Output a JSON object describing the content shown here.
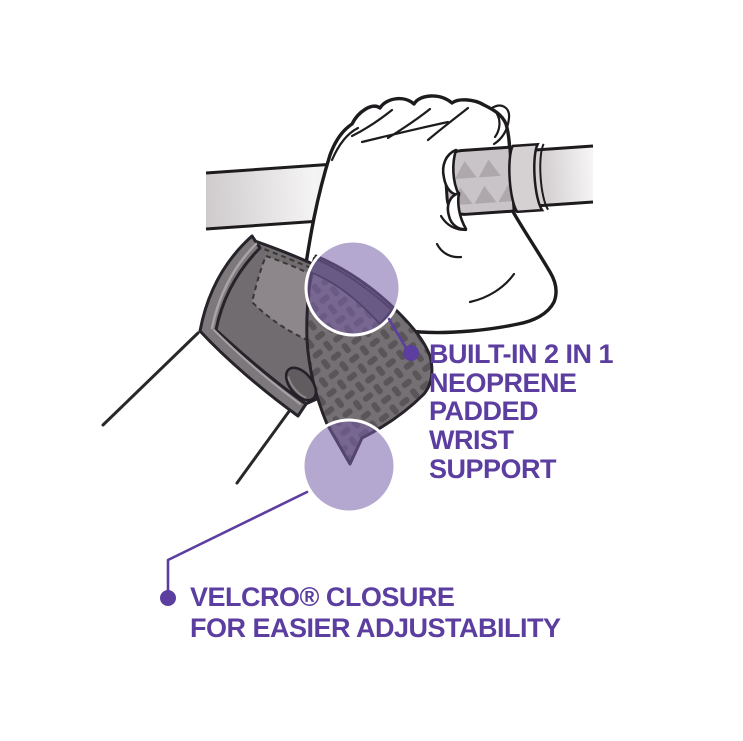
{
  "page": {
    "background": "#ffffff",
    "description_texts_visible_only": true
  },
  "colors": {
    "accent_purple": "#5b3e9f",
    "highlight_circle_fill": "#7860aa",
    "highlight_circle_stroke": "#ffffff",
    "bar_gray": "#cfcbcd",
    "grip_sleeve_gray": "#c9c4c7",
    "grip_chevron_gray": "#aea7ab",
    "collar_gray": "#d5d1d3",
    "wrap_cuff_dark": "#716c70",
    "wrap_panel_gray": "#8d878b",
    "wrap_rim_gray": "#7d787c",
    "weave_base": "#757073",
    "weave_mark": "#5a5559",
    "strap_fold_dark": "#575159",
    "line_black": "#1e1b1e"
  },
  "illustration": {
    "subject": "hand-gripping-bar-with-wrist-wrap",
    "icons": [
      "hand-icon",
      "pullup-bar-icon",
      "bar-grip-chevrons-icon",
      "wrist-wrap-icon",
      "velcro-strap-icon",
      "highlight-circle-icon"
    ]
  },
  "callouts": {
    "neoprene": {
      "lines": [
        "BUILT-IN 2 IN 1",
        "NEOPRENE",
        "PADDED",
        "WRIST",
        "SUPPORT"
      ]
    },
    "velcro": {
      "lines": [
        "VELCRO® CLOSURE",
        "FOR EASIER ADJUSTABILITY"
      ]
    }
  }
}
